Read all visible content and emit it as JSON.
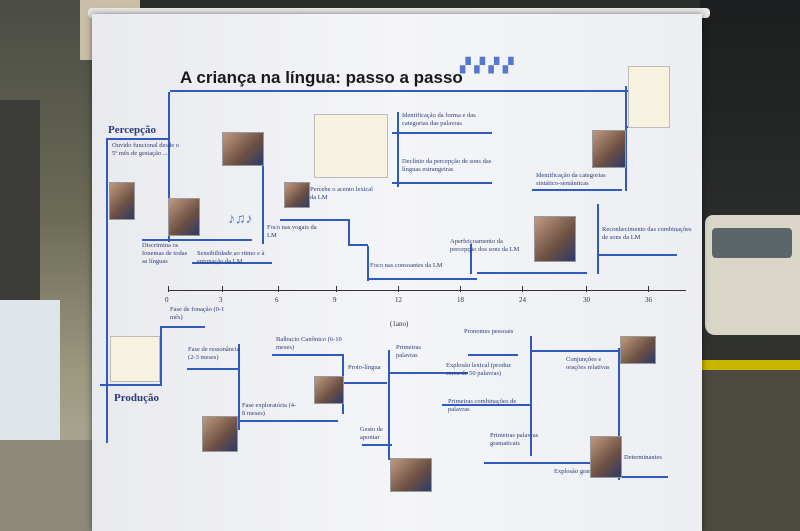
{
  "poster": {
    "title": "A criança na língua: passo a passo",
    "perception_label": "Percepção",
    "production_label": "Produção"
  },
  "perception_labels": {
    "p1": "Ouvido funcional desde o 5º mês de gestação ...",
    "p2": "Discrimina os fonemas de todas as línguas",
    "p3": "Sensibilidade ao ritmo e à entonação da LM",
    "p4": "Foco nas vogais da LM",
    "p5": "Percebe o acento lexical da LM",
    "p6": "Foco nas consoantes da LM",
    "p7": "Identificação da forma e das categorias das palavras",
    "p8": "Declínio da percepção de sons das línguas estrangeiras",
    "p9": "Aperfeiçoamento da percepção dos sons da LM",
    "p10": "Identificação da categorias sintático-semânticas",
    "p11": "Reconhecimento das combinações de sons da LM"
  },
  "timeline": {
    "ticks": [
      "0",
      "3",
      "6",
      "9",
      "12",
      "18",
      "24",
      "30",
      "36"
    ],
    "year_note": "(1ano)"
  },
  "production_labels": {
    "r1": "Fase de fonação (0-1 mês)",
    "r2": "Fase de ressonância (2-3 meses)",
    "r3": "Fase exploratória (4-8 meses)",
    "r4": "Balbucio Canônico (6-10 meses)",
    "r5": "Proto-língua",
    "r6": "Gesto de apontar",
    "r7": "Primeiras palavras",
    "r8": "Explosão lexical (produz cerca de 50 palavras)",
    "r9": "Primeiras combinações de palavras",
    "r10": "Pronomes pessoais",
    "r11": "Conjunções e orações relativas",
    "r12": "Primeiras palavras gramaticais",
    "r13": "Explosão gramatical",
    "r14": "Determinantes"
  },
  "icons": [
    "music-notes-icon",
    "footprints-icon"
  ],
  "colors": {
    "line": "#2f5bbf",
    "banner": "#f2f3f6"
  }
}
